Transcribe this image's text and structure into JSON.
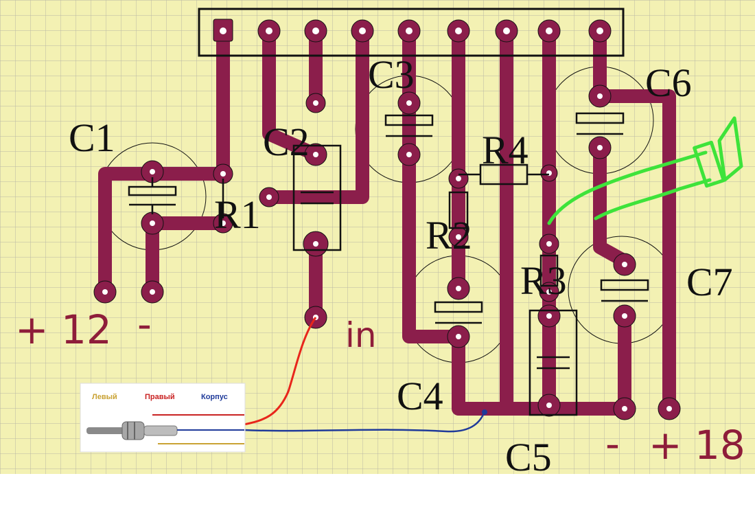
{
  "colors": {
    "board": "#f3f1b3",
    "grid": "#b9b7a4",
    "trace": "#8b1e4b",
    "outline": "#111111",
    "signal_wire": "#e8261b",
    "ground_wire": "#1f3a9a",
    "speaker_wire": "#3ee33a"
  },
  "labels": {
    "c1": "C1",
    "c2": "C2",
    "c3": "C3",
    "c4": "C4",
    "c5": "C5",
    "c6": "C6",
    "c7": "C7",
    "r1": "R1",
    "r2": "R2",
    "r3": "R3",
    "r4": "R4",
    "plus12": "+ 12",
    "minus_left": "-",
    "input": "in",
    "minus_right": "-",
    "plus18": "+ 18"
  },
  "jack_legend": {
    "left": "Левый",
    "right": "Правый",
    "ground": "Корпус"
  },
  "icons": [
    "audio-jack-icon",
    "speaker-icon",
    "ic-chip-icon"
  ]
}
